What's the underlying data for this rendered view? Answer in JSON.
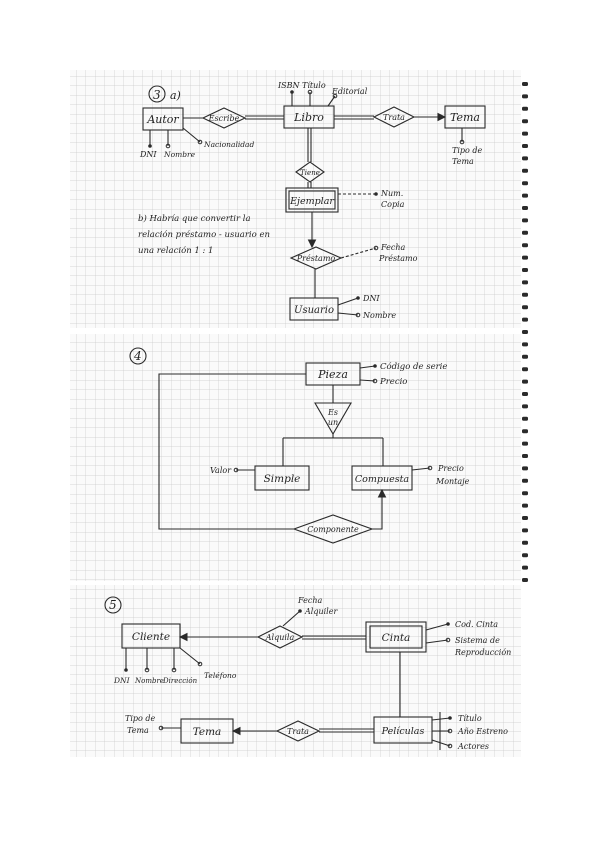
{
  "section3": {
    "number": "3",
    "part_a": "a)",
    "entities": {
      "autor": "Autor",
      "libro": "Libro",
      "tema": "Tema",
      "ejemplar": "Ejemplar",
      "usuario": "Usuario"
    },
    "relations": {
      "escribe": "Escribe",
      "trata": "Trata",
      "tiene": "Tiene",
      "prestamo": "Préstamo"
    },
    "attributes": {
      "isbn": "ISBN",
      "titulo": "Título",
      "editorial": "Editorial",
      "dni": "DNI",
      "nombre": "Nombre",
      "nacionalidad": "Nacionalidad",
      "tipo_de": "Tipo de",
      "tema": "Tema",
      "num": "Num.",
      "copia": "Copia",
      "fecha": "Fecha",
      "prestamo": "Préstamo",
      "u_dni": "DNI",
      "u_nombre": "Nombre"
    },
    "note_lines": [
      "b) Habría que convertir la",
      "relación préstamo - usuario en",
      "una relación 1 : 1"
    ]
  },
  "section4": {
    "number": "4",
    "entities": {
      "pieza": "Pieza",
      "simple": "Simple",
      "compuesta": "Compuesta"
    },
    "relations": {
      "es_un_1": "Es",
      "es_un_2": "un",
      "componente": "Componente"
    },
    "attributes": {
      "codigo": "Código de serie",
      "precio": "Precio",
      "valor": "Valor",
      "precio_m1": "Precio",
      "precio_m2": "Montaje"
    }
  },
  "section5": {
    "number": "5",
    "entities": {
      "cliente": "Cliente",
      "cinta": "Cinta",
      "tema": "Tema",
      "peliculas": "Películas"
    },
    "relations": {
      "alquila": "Alquila",
      "trata": "Trata"
    },
    "attributes": {
      "fecha": "Fecha",
      "alquiler": "Alquiler",
      "cod_cinta": "Cod. Cinta",
      "sistema": "Sistema de",
      "reproduccion": "Reproducción",
      "dni": "DNI",
      "nombre": "Nombre",
      "direccion": "Dirección",
      "telefono": "Teléfono",
      "tipo_de": "Tipo de",
      "tema": "Tema",
      "titulo": "Título",
      "ano_estreno": "Año Estreno",
      "actores": "Actores"
    }
  }
}
